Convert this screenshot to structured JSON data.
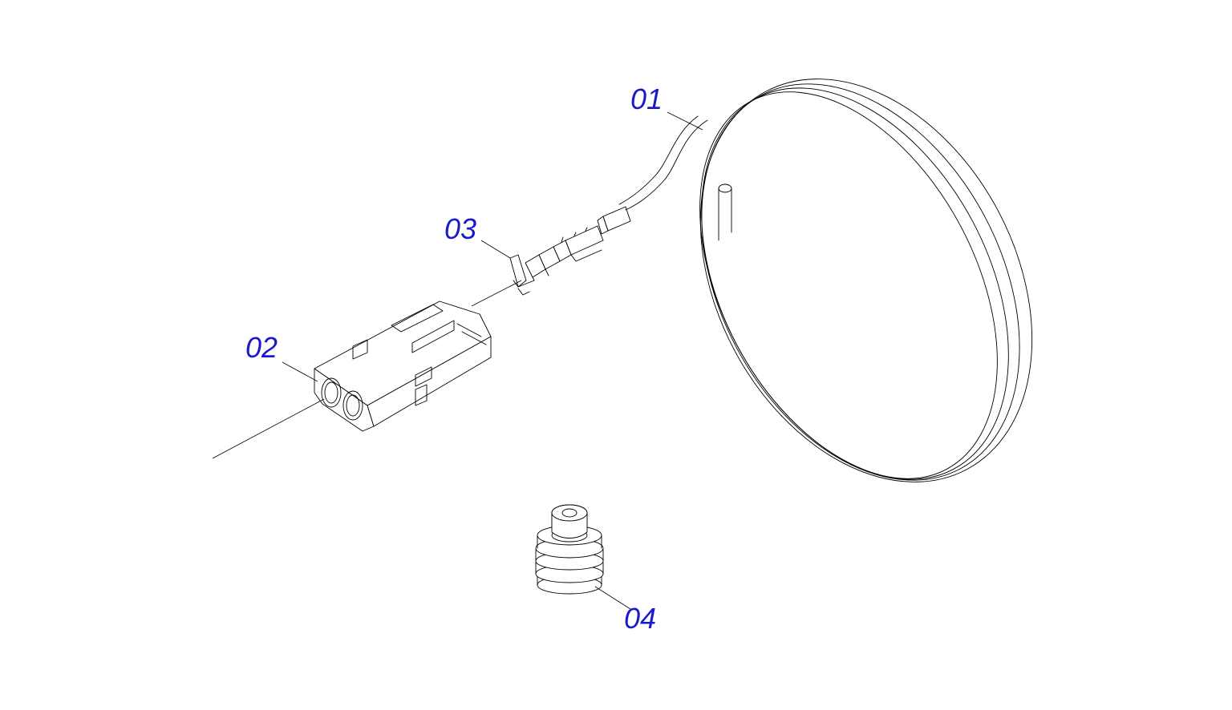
{
  "callouts": {
    "c01": "01",
    "c02": "02",
    "c03": "03",
    "c04": "04"
  },
  "colors": {
    "callout_text": "#1a1acc",
    "line": "#000000",
    "background": "#ffffff"
  }
}
